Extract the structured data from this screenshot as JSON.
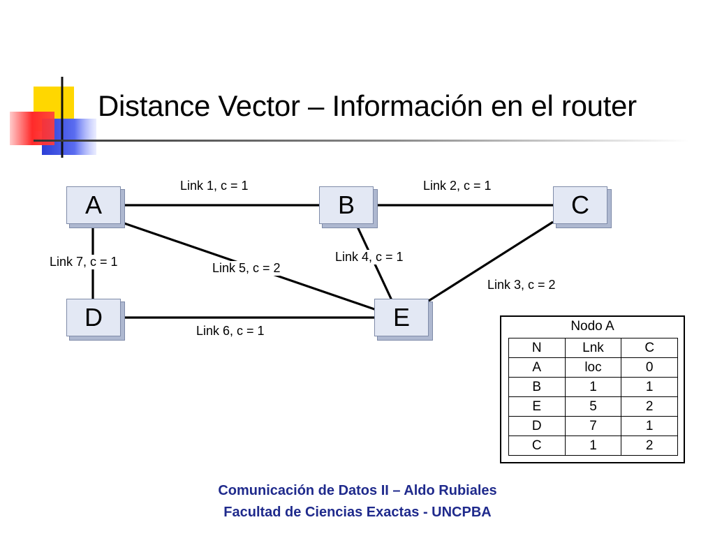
{
  "slide": {
    "title": "Distance Vector – Información en el router",
    "footer_line1": "Comunicación de Datos II – Aldo Rubiales",
    "footer_line2": "Facultad de Ciencias Exactas - UNCPBA"
  },
  "nodes": [
    {
      "id": "A",
      "label": "A"
    },
    {
      "id": "B",
      "label": "B"
    },
    {
      "id": "C",
      "label": "C"
    },
    {
      "id": "D",
      "label": "D"
    },
    {
      "id": "E",
      "label": "E"
    }
  ],
  "links": [
    {
      "from": "A",
      "to": "B",
      "label": "Link 1, c = 1"
    },
    {
      "from": "B",
      "to": "C",
      "label": "Link 2, c = 1"
    },
    {
      "from": "C",
      "to": "E",
      "label": "Link 3, c = 2"
    },
    {
      "from": "B",
      "to": "E",
      "label": "Link 4, c = 1"
    },
    {
      "from": "A",
      "to": "E",
      "label": "Link 5, c = 2"
    },
    {
      "from": "D",
      "to": "E",
      "label": "Link 6, c = 1"
    },
    {
      "from": "A",
      "to": "D",
      "label": "Link 7, c = 1"
    }
  ],
  "routing_table": {
    "title": "Nodo A",
    "headers": [
      "N",
      "Lnk",
      "C"
    ],
    "rows": [
      [
        "A",
        "loc",
        "0"
      ],
      [
        "B",
        "1",
        "1"
      ],
      [
        "E",
        "5",
        "2"
      ],
      [
        "D",
        "7",
        "1"
      ],
      [
        "C",
        "1",
        "2"
      ]
    ]
  },
  "colors": {
    "accent_yellow": "#ffd700",
    "accent_red": "#ff3c3c",
    "accent_blue": "#3348d8",
    "footer_text": "#1f2a8c",
    "node_fill": "#e3e8f4"
  }
}
